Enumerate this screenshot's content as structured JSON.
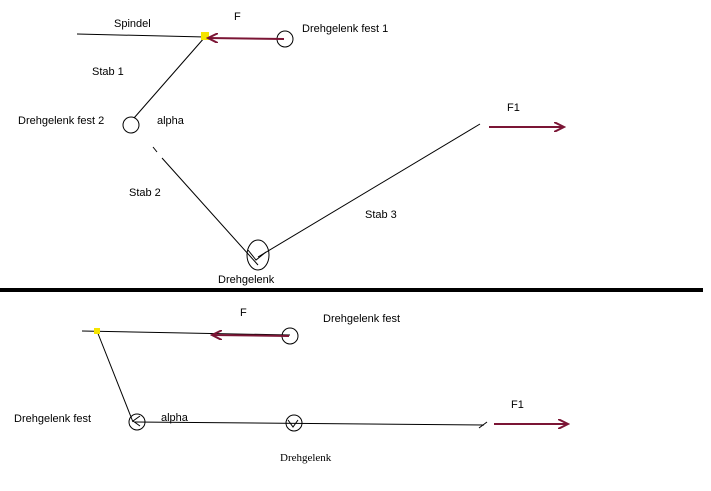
{
  "colors": {
    "line": "#000000",
    "arrow": "#7b1535",
    "joint_marker": "#f5e400",
    "divider": "#000000",
    "background": "#ffffff"
  },
  "top": {
    "spindel": "Spindel",
    "force": "F",
    "fixed_joint_1": "Drehgelenk fest 1",
    "stab_1": "Stab 1",
    "fixed_joint_2": "Drehgelenk fest 2",
    "angle": "alpha",
    "stab_2": "Stab 2",
    "stab_3": "Stab 3",
    "force_1": "F1",
    "joint": "Drehgelenk"
  },
  "bottom": {
    "force": "F",
    "fixed_joint_right": "Drehgelenk fest",
    "fixed_joint_left": "Drehgelenk fest",
    "angle": "alpha",
    "force_1": "F1",
    "joint": "Drehgelenk"
  }
}
